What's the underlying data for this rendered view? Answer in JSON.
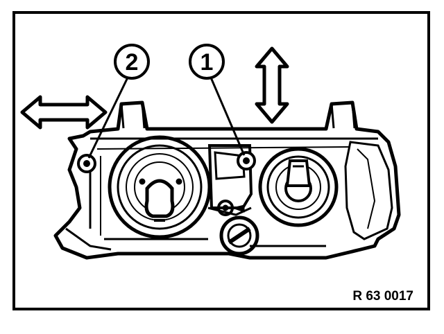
{
  "diagram": {
    "callouts": [
      {
        "id": "callout-1",
        "label": "1"
      },
      {
        "id": "callout-2",
        "label": "2"
      }
    ],
    "reference_code": "R 63 0017",
    "arrows": [
      "horizontal-double-arrow",
      "vertical-double-arrow"
    ],
    "colors": {
      "ink": "#000000",
      "paper": "#ffffff"
    }
  }
}
